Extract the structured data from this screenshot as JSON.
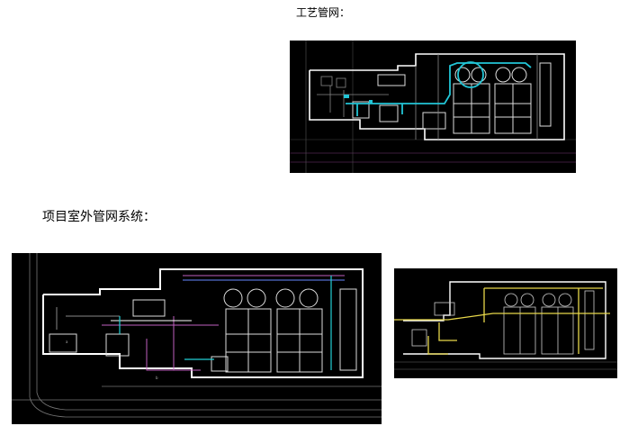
{
  "captions": {
    "process_piping": "工艺管网：",
    "outdoor_piping": "项目室外管网系统："
  },
  "drawings": [
    {
      "id": "process-piping-plan",
      "highlight_color": "#22c5d6"
    },
    {
      "id": "outdoor-piping-plan",
      "highlight_color": "#22d0d6"
    },
    {
      "id": "outdoor-piping-plan-yellow",
      "highlight_color": "#e8d84a"
    }
  ]
}
